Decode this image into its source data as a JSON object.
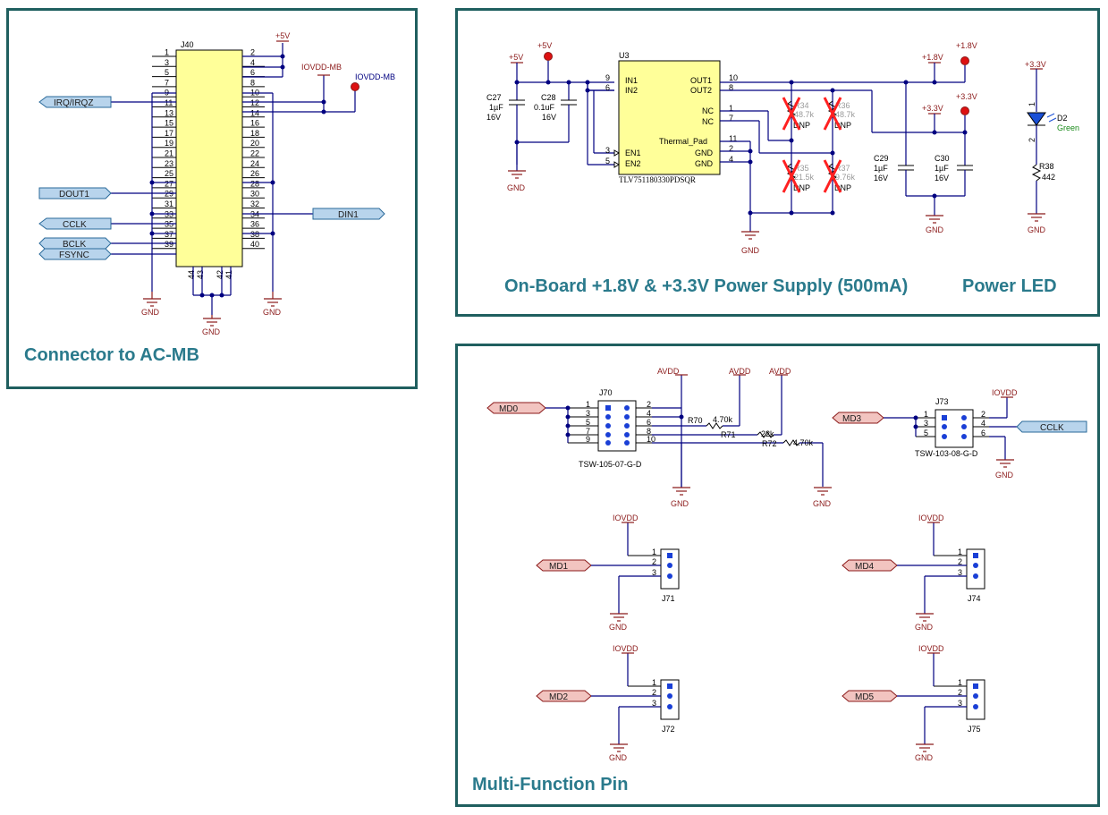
{
  "panels": {
    "connector": {
      "title": "Connector to AC-MB"
    },
    "power": {
      "title": "On-Board +1.8V & +3.3V Power Supply (500mA)",
      "led_title": "Power LED"
    },
    "mfp": {
      "title": "Multi-Function Pin"
    }
  },
  "connector": {
    "ref": "J40",
    "left_pins": [
      "1",
      "3",
      "5",
      "7",
      "9",
      "11",
      "13",
      "15",
      "17",
      "19",
      "21",
      "23",
      "25",
      "27",
      "29",
      "31",
      "33",
      "35",
      "37",
      "39"
    ],
    "right_pins": [
      "2",
      "4",
      "6",
      "8",
      "10",
      "12",
      "14",
      "16",
      "18",
      "20",
      "22",
      "24",
      "26",
      "28",
      "30",
      "32",
      "34",
      "36",
      "38",
      "40"
    ],
    "bottom_pins": [
      "44",
      "43",
      "42",
      "41"
    ],
    "signals": {
      "irq": "IRQ/IRQZ",
      "dout": "DOUT1",
      "cclk": "CCLK",
      "bclk": "BCLK",
      "fsync": "FSYNC",
      "din": "DIN1"
    },
    "power": {
      "p5v": "+5V",
      "iovdd": "IOVDD-MB",
      "iovdd_tp": "IOVDD-MB"
    },
    "gnd": "GND"
  },
  "power": {
    "p5v": "+5V",
    "p5v_tp": "+5V",
    "c27": {
      "ref": "C27",
      "val": "1µF",
      "volt": "16V"
    },
    "c28": {
      "ref": "C28",
      "val": "0.1uF",
      "volt": "16V"
    },
    "u3": {
      "ref": "U3",
      "part": "TLV751180330PDSQR",
      "in1": "IN1",
      "in2": "IN2",
      "en1": "EN1",
      "en2": "EN2",
      "out1": "OUT1",
      "out2": "OUT2",
      "nc": "NC",
      "thermal": "Thermal_Pad",
      "gnd": "GND"
    },
    "u3_pins": {
      "in1": "9",
      "in2": "6",
      "en1": "3",
      "en2": "5",
      "out1": "10",
      "out2": "8",
      "nc1": "1",
      "nc2": "7",
      "tp": "11",
      "gnd1": "2",
      "gnd2": "4"
    },
    "resistors": [
      {
        "ref": "R34",
        "val": "48.7k",
        "dnp": "DNP"
      },
      {
        "ref": "R36",
        "val": "48.7k",
        "dnp": "DNP"
      },
      {
        "ref": "R35",
        "val": "21.5k",
        "dnp": "DNP"
      },
      {
        "ref": "R37",
        "val": "9.76k",
        "dnp": "DNP"
      }
    ],
    "v18": "+1.8V",
    "v18_tp": "+1.8V",
    "v33": "+3.3V",
    "v33_tp": "+3.3V",
    "c29": {
      "ref": "C29",
      "val": "1µF",
      "volt": "16V"
    },
    "c30": {
      "ref": "C30",
      "val": "1µF",
      "volt": "16V"
    },
    "gnd": "GND",
    "led": {
      "supply": "+3.3V",
      "ref": "D2",
      "color": "Green",
      "pin1": "1",
      "pin2": "2",
      "r_ref": "R38",
      "r_val": "442",
      "gnd": "GND"
    }
  },
  "mfp": {
    "j70": {
      "ref": "J70",
      "part": "TSW-105-07-G-D",
      "left": [
        "1",
        "3",
        "5",
        "7",
        "9"
      ],
      "right": [
        "2",
        "4",
        "6",
        "8",
        "10"
      ]
    },
    "md0": "MD0",
    "avdd": "AVDD",
    "r70": {
      "ref": "R70",
      "val": "4.70k"
    },
    "r71": {
      "ref": "R71",
      "val": "22k"
    },
    "r72": {
      "ref": "R72",
      "val": "4.70k"
    },
    "j73": {
      "ref": "J73",
      "part": "TSW-103-08-G-D",
      "left": [
        "1",
        "3",
        "5"
      ],
      "right": [
        "2",
        "4",
        "6"
      ]
    },
    "md3": "MD3",
    "iovdd": "IOVDD",
    "cclk": "CCLK",
    "gnd": "GND",
    "headers": [
      {
        "ref": "J71",
        "sig": "MD1"
      },
      {
        "ref": "J74",
        "sig": "MD4"
      },
      {
        "ref": "J72",
        "sig": "MD2"
      },
      {
        "ref": "J75",
        "sig": "MD5"
      }
    ],
    "hpins": [
      "1",
      "2",
      "3"
    ]
  },
  "colors": {
    "border": "#1f5f5f",
    "title": "#2a7a8c",
    "wire": "#000080",
    "power": "#8b1a1a",
    "connector_fill": "#ffff99",
    "port_blue": "#b8d4ec",
    "port_pink": "#f2c4c0",
    "dnp_x": "#ff2020"
  }
}
